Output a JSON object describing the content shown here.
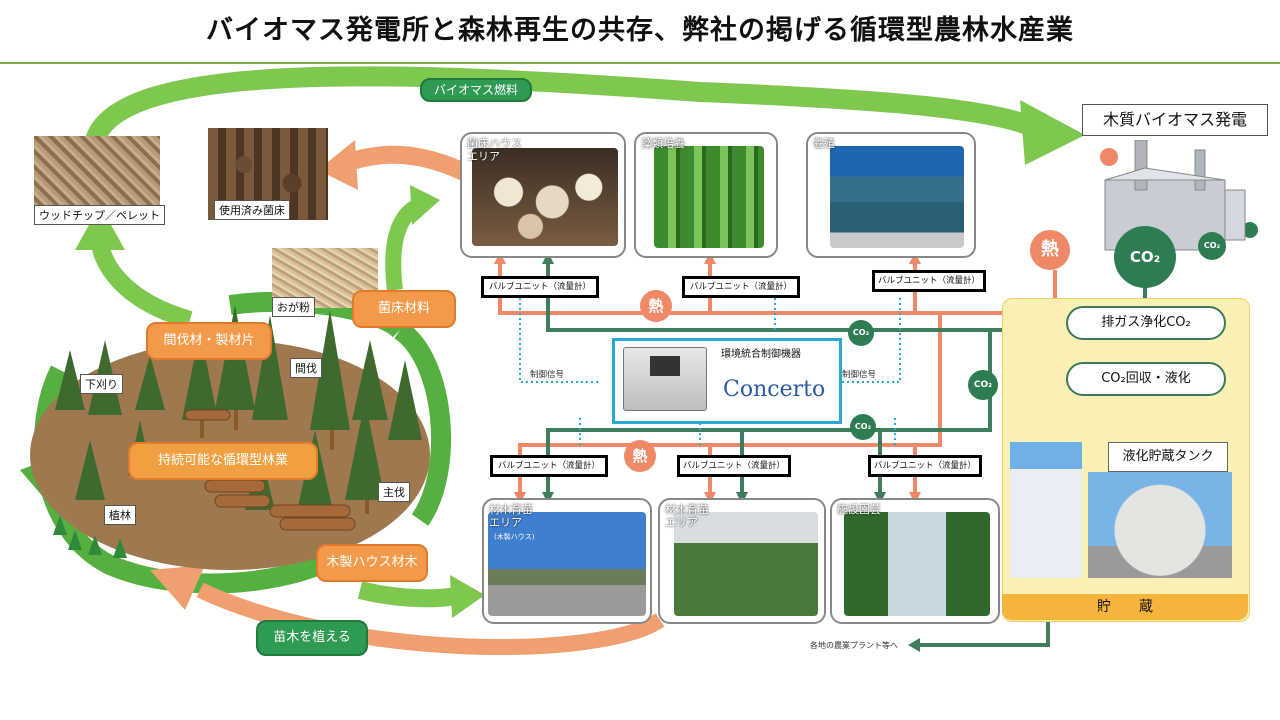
{
  "title": "バイオマス発電所と森林再生の共存、弊社の掲げる循環型農林水産業",
  "colors": {
    "arrow_green": "#7ec850",
    "arrow_orange": "#f0a070",
    "pipe_green": "#3f7d5c",
    "pipe_orange": "#ee8866",
    "storage_bg": "#faf0b4",
    "storage_band": "#f5b43c",
    "control_cyan": "#29a8d8"
  },
  "top_flow": {
    "biomass_fuel": "バイオマス燃料"
  },
  "forest": {
    "wood_chip": "ウッドチップ／ペレット",
    "used_bed": "使用済み菌床",
    "sawdust": "おが粉",
    "bed_material": "菌床材料",
    "thinning_material": "間伐材・製材片",
    "undergrowth": "下刈り",
    "thinning": "間伐",
    "main_cut": "主伐",
    "planting": "植林",
    "sustainable": "持続可能な循環型林業",
    "wooden_house": "木製ハウス材木",
    "plant_seedlings": "苗木を植える"
  },
  "top_panels": [
    {
      "label": "菌床ハウス\nエリア"
    },
    {
      "label": "藻類培養"
    },
    {
      "label": "養殖"
    }
  ],
  "bottom_panels": [
    {
      "label": "材木育苗\nエリア",
      "sub": "(木製ハウス)"
    },
    {
      "label": "材木育苗\nエリア"
    },
    {
      "label": "施設園芸"
    }
  ],
  "valve_label": "バルブユニット（流量計）",
  "heat": "熱",
  "co2": "CO₂",
  "control": {
    "title": "環境統合制御機器",
    "brand": "Concerto",
    "signal": "制御信号"
  },
  "plant": {
    "title": "木質バイオマス発電",
    "co2_big": "CO₂"
  },
  "storage": {
    "exhaust": "排ガス浄化CO₂",
    "recover": "CO₂回収・液化",
    "tank": "液化貯蔵タンク",
    "band": "貯　　蔵",
    "ship": "各地の農業プラント等へ"
  }
}
